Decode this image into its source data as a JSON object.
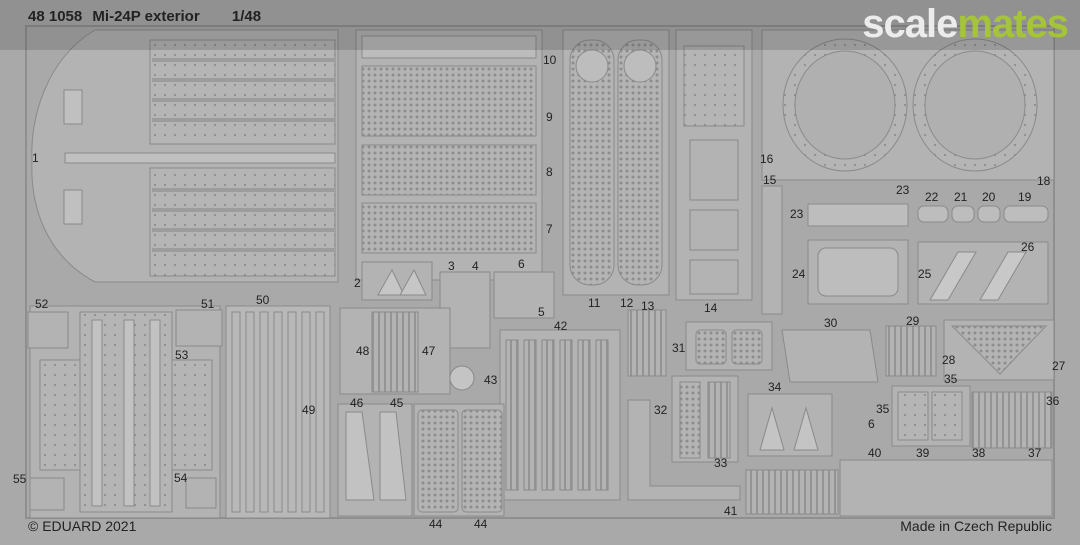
{
  "header": {
    "code": "48 1058",
    "title": "Mi-24P exterior",
    "scale": "1/48"
  },
  "watermark": {
    "part1": "scale",
    "part2": "mates"
  },
  "footer": {
    "left": "© EDUARD 2021",
    "right": "Made in Czech Republic"
  },
  "part_numbers": {
    "p1": "1",
    "p2": "2",
    "p3": "3",
    "p4": "4",
    "p5": "5",
    "p6a": "6",
    "p6b": "6",
    "p7": "7",
    "p8": "8",
    "p9": "9",
    "p10": "10",
    "p11": "11",
    "p12": "12",
    "p13": "13",
    "p14": "14",
    "p15": "15",
    "p16": "16",
    "p18": "18",
    "p19": "19",
    "p20": "20",
    "p21": "21",
    "p22": "22",
    "p23a": "23",
    "p23b": "23",
    "p24": "24",
    "p25": "25",
    "p26": "26",
    "p27": "27",
    "p28": "28",
    "p29": "29",
    "p30": "30",
    "p31": "31",
    "p32": "32",
    "p33": "33",
    "p34": "34",
    "p35a": "35",
    "p35b": "35",
    "p36": "36",
    "p37": "37",
    "p38": "38",
    "p39": "39",
    "p40": "40",
    "p41": "41",
    "p42": "42",
    "p43": "43",
    "p44a": "44",
    "p44b": "44",
    "p45": "45",
    "p46": "46",
    "p47": "47",
    "p48": "48",
    "p49": "49",
    "p50": "50",
    "p51": "51",
    "p52": "52",
    "p53": "53",
    "p54": "54",
    "p55": "55"
  },
  "colors": {
    "fret": "#a9a9a9",
    "part": "#b3b3b3",
    "edge": "#8a8a8a",
    "accent": "#a6c43a"
  }
}
